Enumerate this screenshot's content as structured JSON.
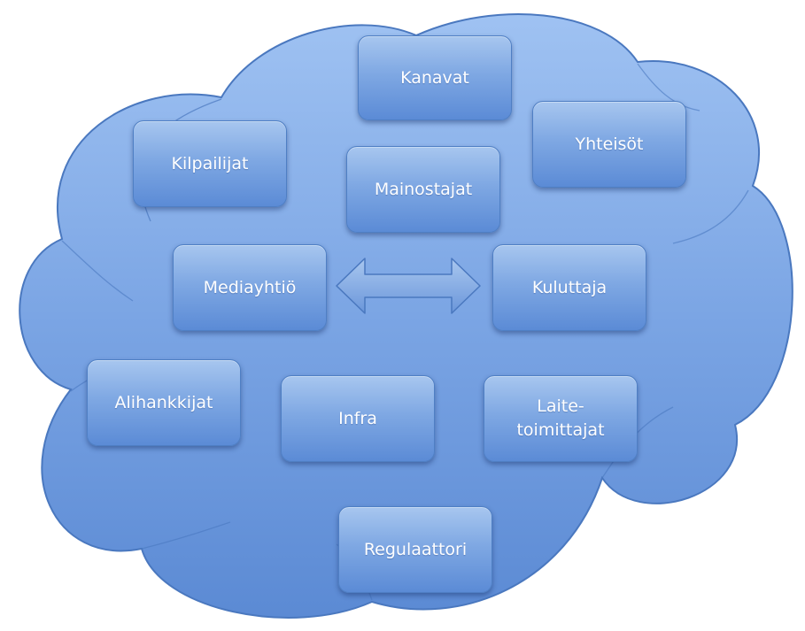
{
  "diagram": {
    "nodes": {
      "kanavat": "Kanavat",
      "yhteisot": "Yhteisöt",
      "kilpailijat": "Kilpailijat",
      "mainostajat": "Mainostajat",
      "mediayhtio": "Mediayhtiö",
      "kuluttaja": "Kuluttaja",
      "alihankkijat": "Alihankkijat",
      "infra": "Infra",
      "laitetoimittajat": "Laite-\ntoimittajat",
      "regulaattori": "Regulaattori"
    },
    "colors": {
      "cloud_light": "#9fc2f2",
      "cloud_dark": "#5b8ad4",
      "cloud_outline": "#4a78bf",
      "node_top": "#a7c6ef",
      "node_bottom": "#5b8bd6",
      "text": "#ffffff"
    },
    "connector": "double-headed-arrow"
  }
}
